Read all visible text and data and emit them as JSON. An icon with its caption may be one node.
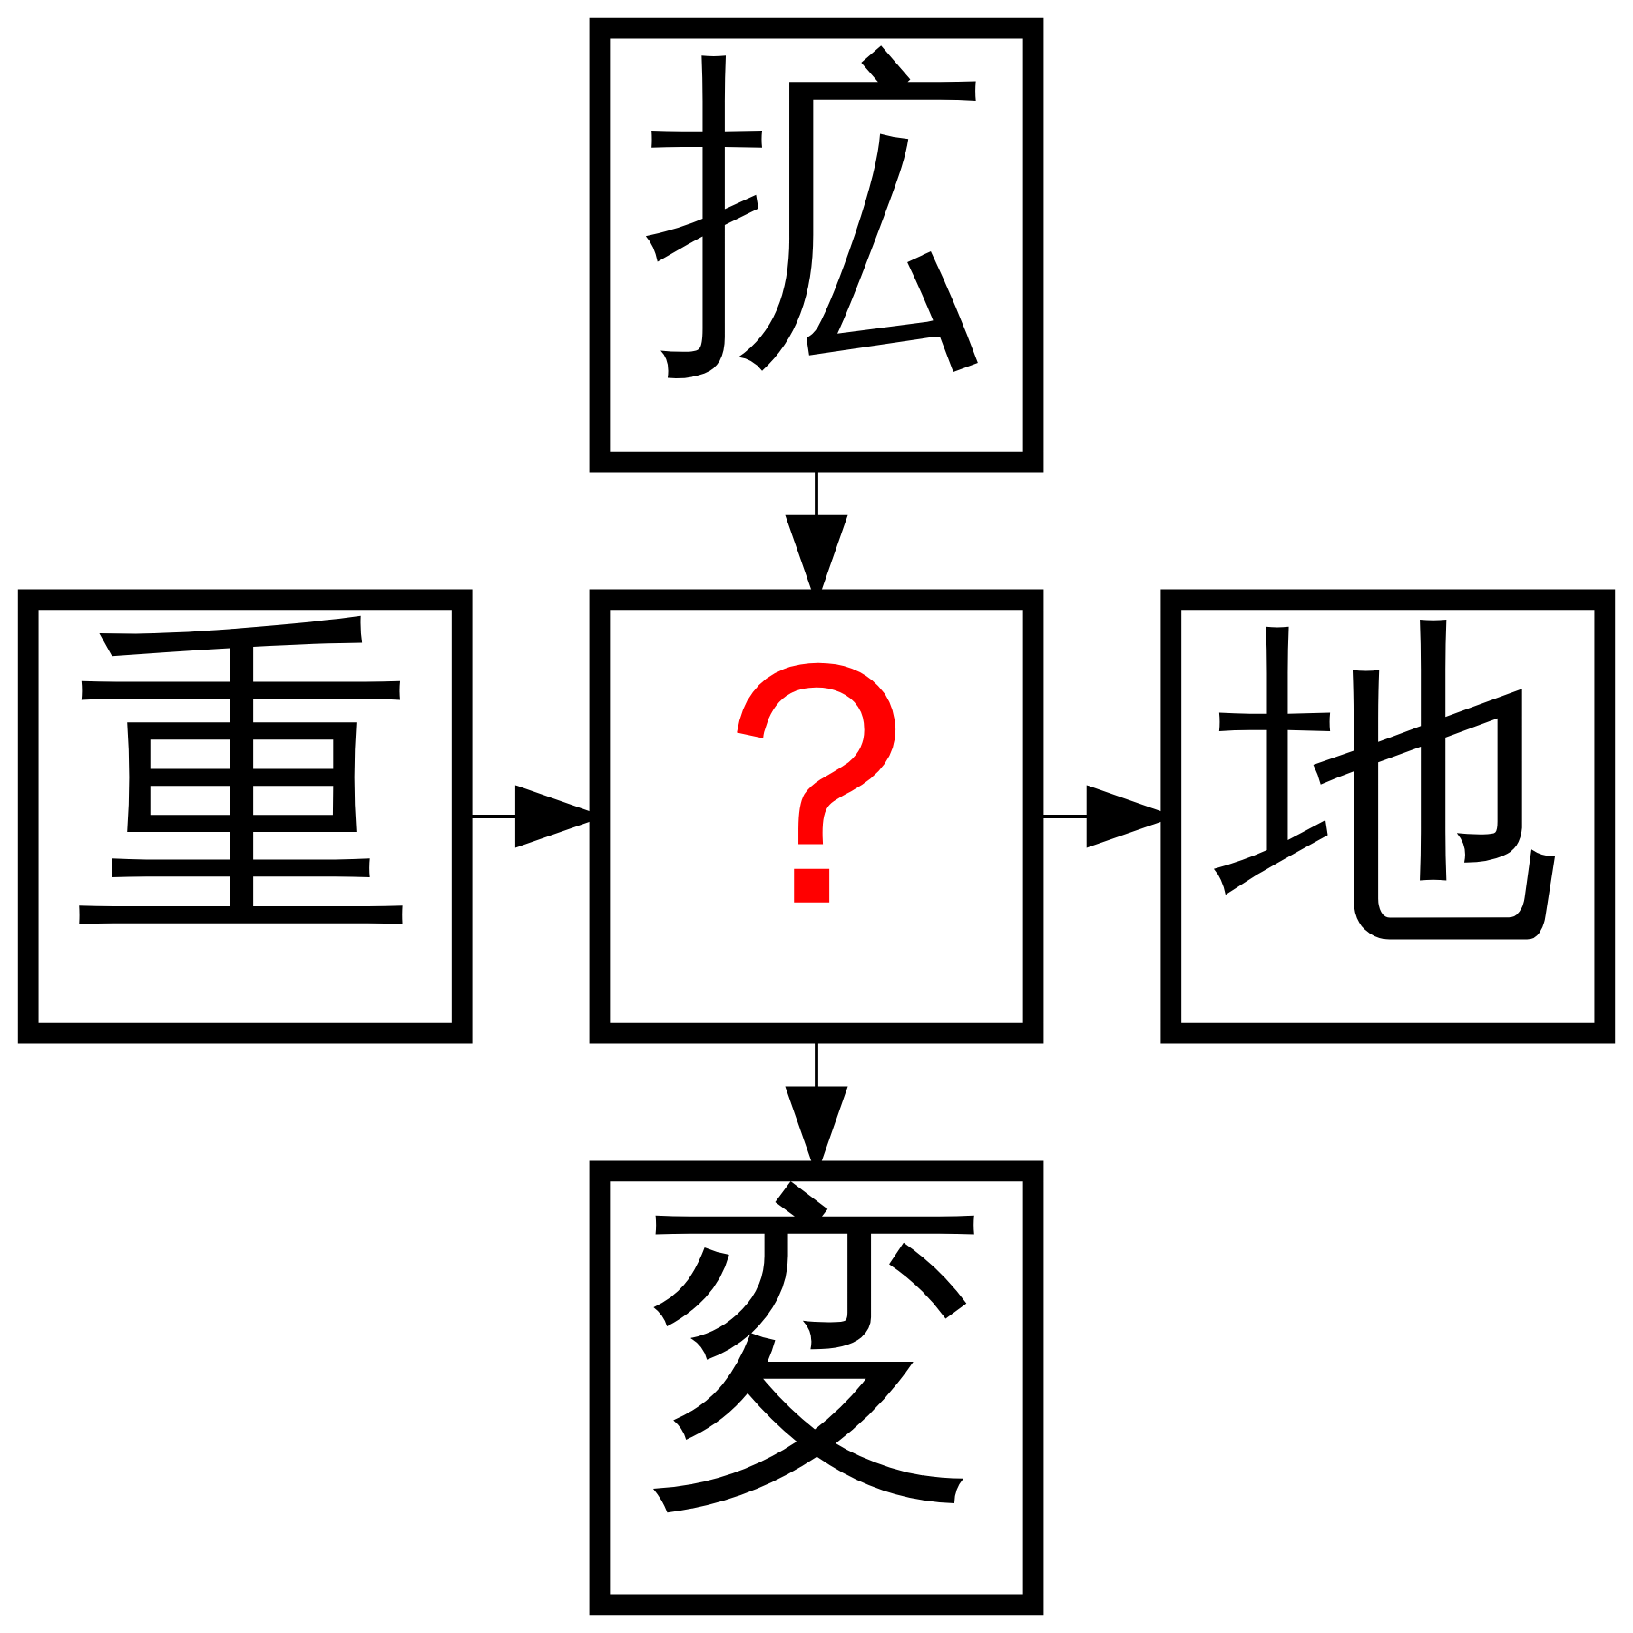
{
  "diagram": {
    "nodes": [
      {
        "text": [
          "拡"
        ]
      },
      {
        "text": [
          "重"
        ]
      },
      {
        "text": [
          "？"
        ]
      },
      {
        "text": [
          "地"
        ]
      },
      {
        "text": [
          "変"
        ]
      }
    ],
    "edges": [
      {
        "from": 0,
        "to": 2,
        "arrow": "to"
      },
      {
        "from": 1,
        "to": 2,
        "arrow": "to"
      },
      {
        "from": 2,
        "to": 3,
        "arrow": "to"
      },
      {
        "from": 2,
        "to": 4,
        "arrow": "to"
      }
    ]
  }
}
